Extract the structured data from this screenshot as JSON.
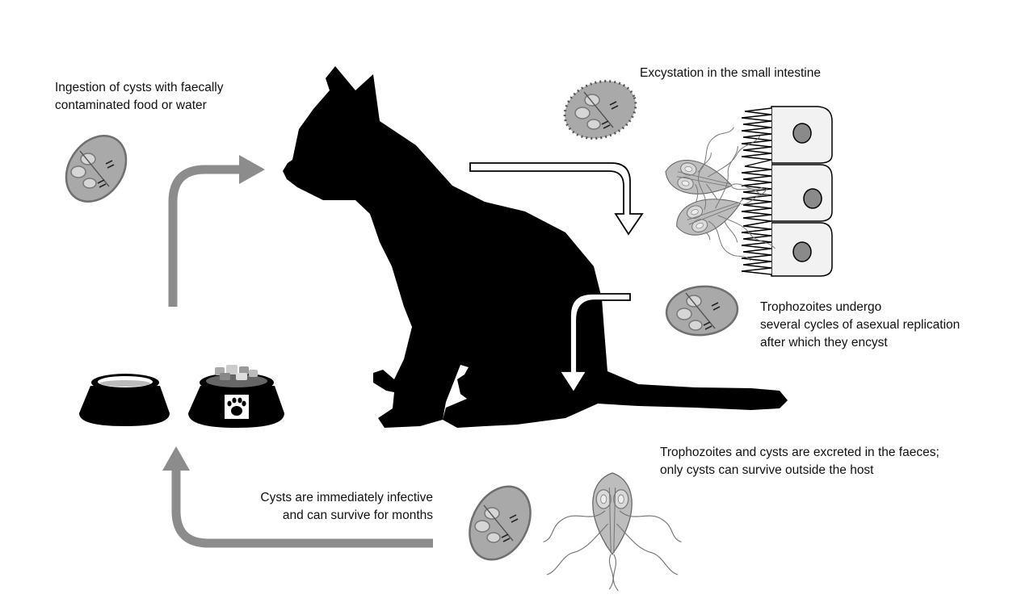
{
  "labels": {
    "ingestion": [
      "Ingestion of cysts with faecally",
      "contaminated food or water"
    ],
    "excystation": [
      "Excystation in the small intestine"
    ],
    "trophozoites": [
      "Trophozoites undergo",
      "several cycles of asexual replication",
      "after which they encyst"
    ],
    "excreted": [
      "Trophozoites and cysts are excreted in the faeces;",
      "only cysts can survive outside the host"
    ],
    "infective": [
      "Cysts are immediately infective",
      "and can survive for months"
    ]
  },
  "colors": {
    "cat": "#000000",
    "cycle_arrow": "#8c8c8c",
    "cyst_fill": "#a9a9a9",
    "cyst_stroke": "#6f6f6f",
    "nucleus_fill": "#d6d6d6",
    "cell_fill": "#f2f2f2",
    "cell_nucleus": "#8a8a8a"
  },
  "icons": [
    "cat-silhouette",
    "water-bowl-icon",
    "food-bowl-icon",
    "paw-icon",
    "cyst-icon",
    "trophozoite-icon",
    "intestinal-epithelium"
  ]
}
